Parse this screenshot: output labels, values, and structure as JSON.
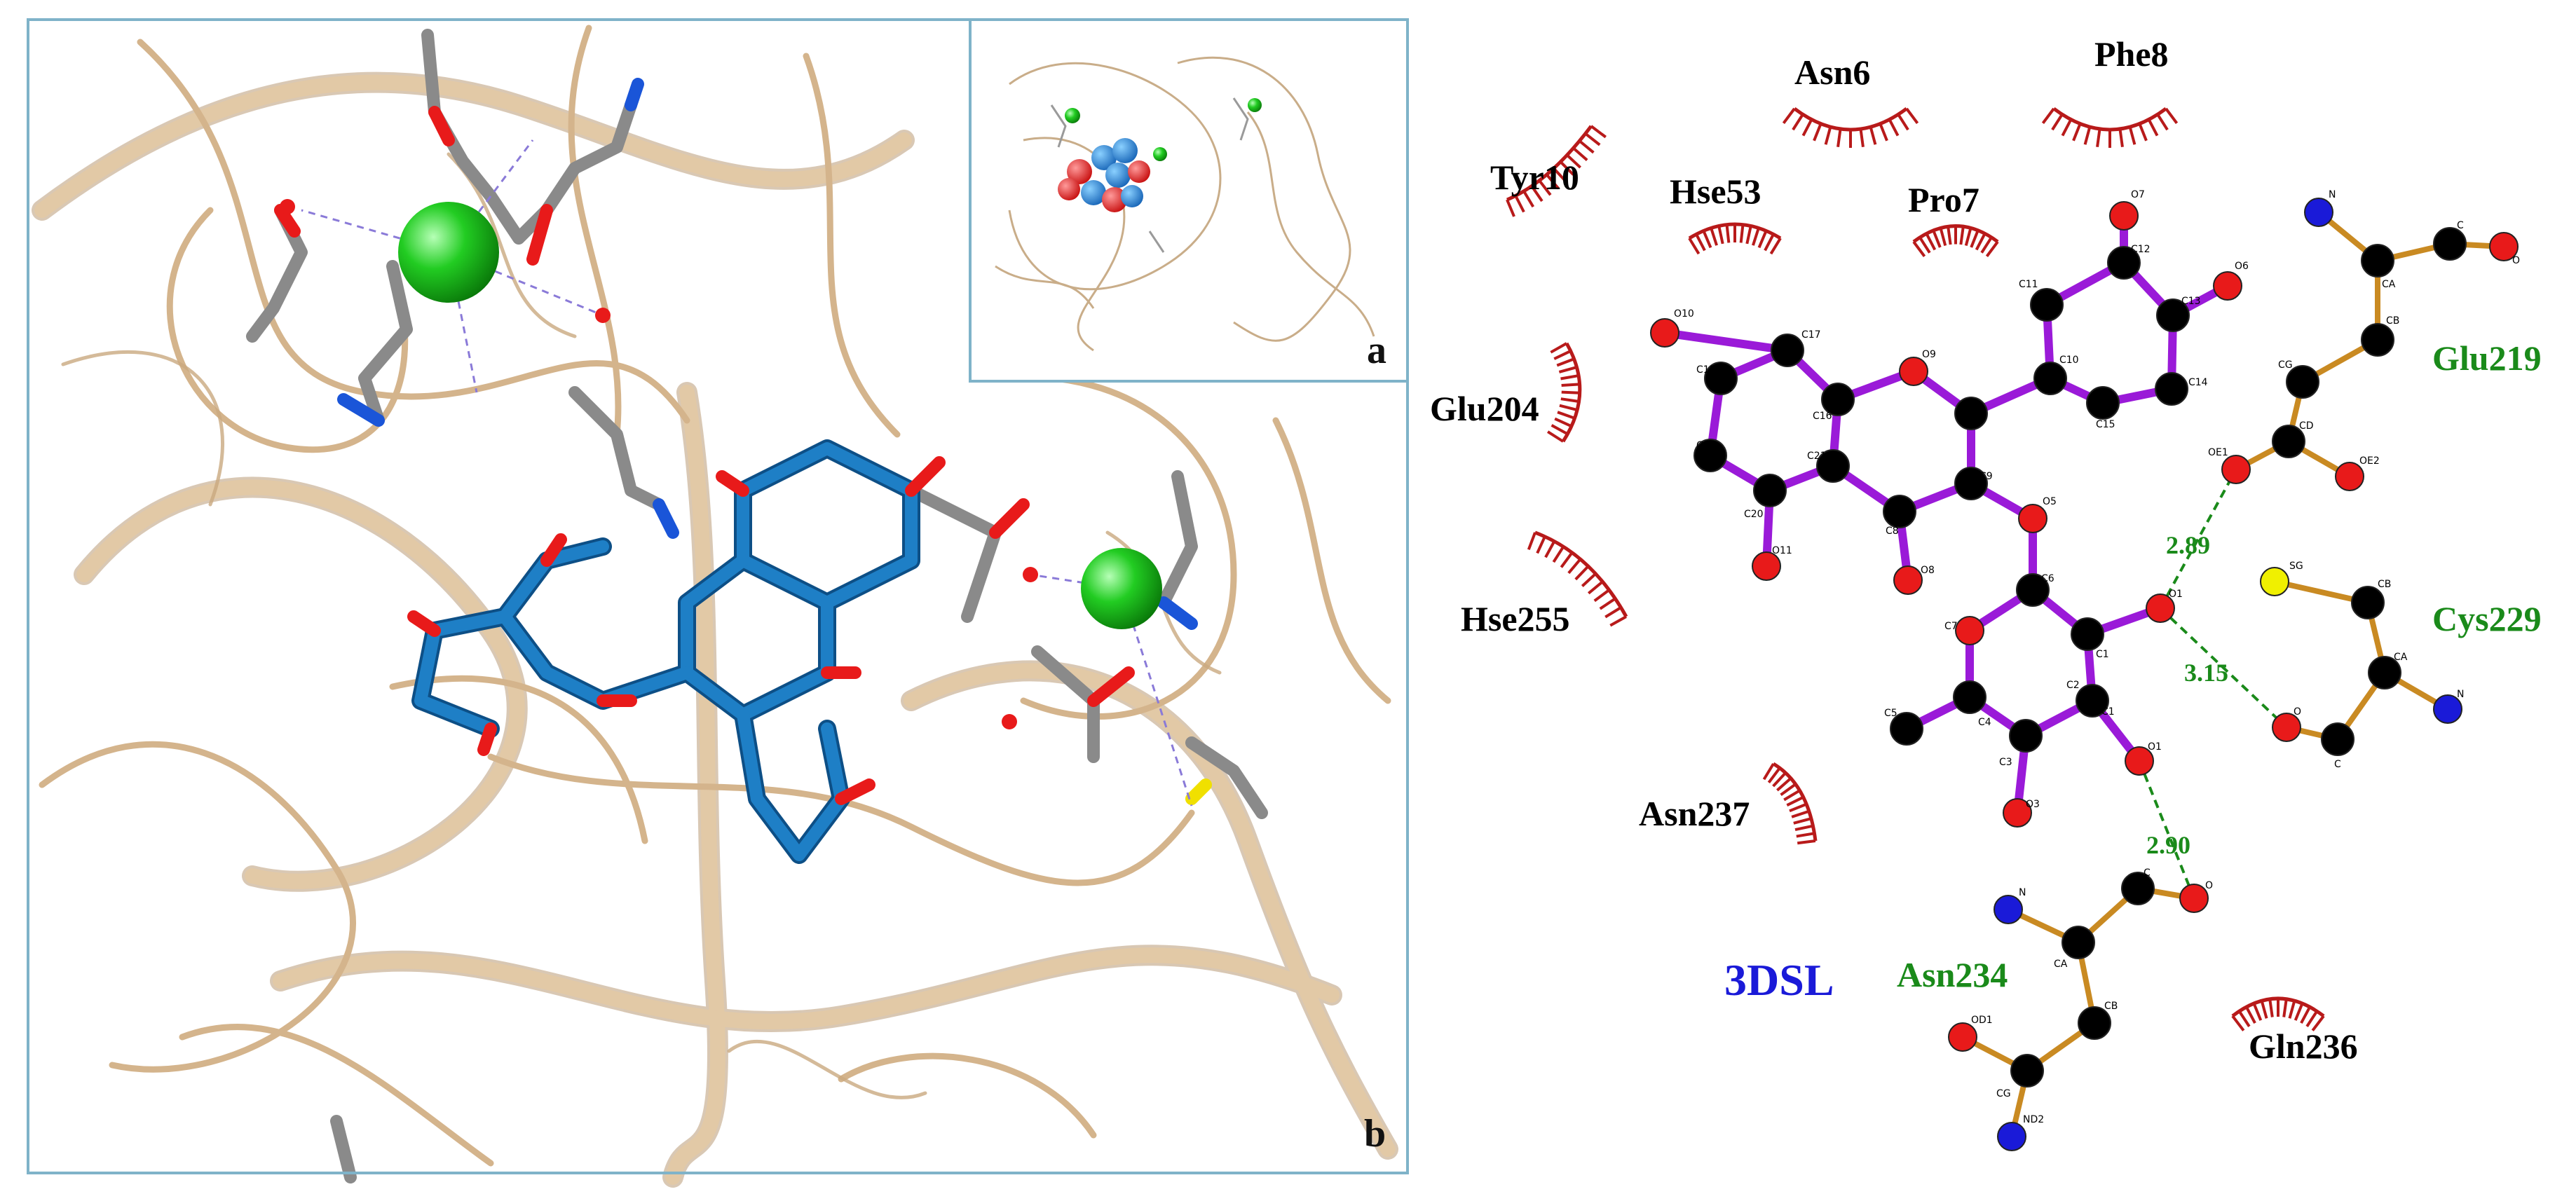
{
  "panels": {
    "inset_letter": "a",
    "main_letter": "b"
  },
  "pdb_id": "3DSL",
  "hydrophobic_residues": [
    "Asn6",
    "Phe8",
    "Tyr10",
    "Hse53",
    "Pro7",
    "Glu204",
    "Hse255",
    "Asn237",
    "Gln236"
  ],
  "hbond_residues": [
    "Glu219",
    "Cys229",
    "Asn234"
  ],
  "hbond_distances": [
    "2.89",
    "3.15",
    "2.90"
  ],
  "ligand_atoms": [
    "O7",
    "C12",
    "O6",
    "C11",
    "C13",
    "C14",
    "C15",
    "C10",
    "O10",
    "C17",
    "O9",
    "C18",
    "C16",
    "C19",
    "C20",
    "C21",
    "O11",
    "O8",
    "C8",
    "C9",
    "O5",
    "C7",
    "C6",
    "O4",
    "C2",
    "O2",
    "O1",
    "C1",
    "C3",
    "O3",
    "C5",
    "C4"
  ],
  "residue_atoms": {
    "glu219": [
      "N",
      "C",
      "O",
      "CA",
      "CB",
      "CG",
      "CD",
      "OE1",
      "OE2"
    ],
    "cys229": [
      "SG",
      "CB",
      "CA",
      "N",
      "O",
      "C"
    ],
    "asn234": [
      "N",
      "C",
      "O",
      "CA",
      "CB",
      "OD1",
      "CG",
      "ND2"
    ]
  },
  "colors": {
    "carbon": "#000000",
    "oxygen": "#e81a1a",
    "nitrogen": "#1a1ad8",
    "sulfur": "#f0f000",
    "ligand_bond": "#9a1ad8",
    "residue_bond": "#c98a22",
    "hbond": "#1a8a1a",
    "hydrophobic": "#b81a1a",
    "ribbon": "#e2c9a6",
    "stick_carbon": "#8a8a8a",
    "ligand_carbon": "#1e7fc6",
    "ion": "#22cc22",
    "frame": "#7fb3c9"
  }
}
